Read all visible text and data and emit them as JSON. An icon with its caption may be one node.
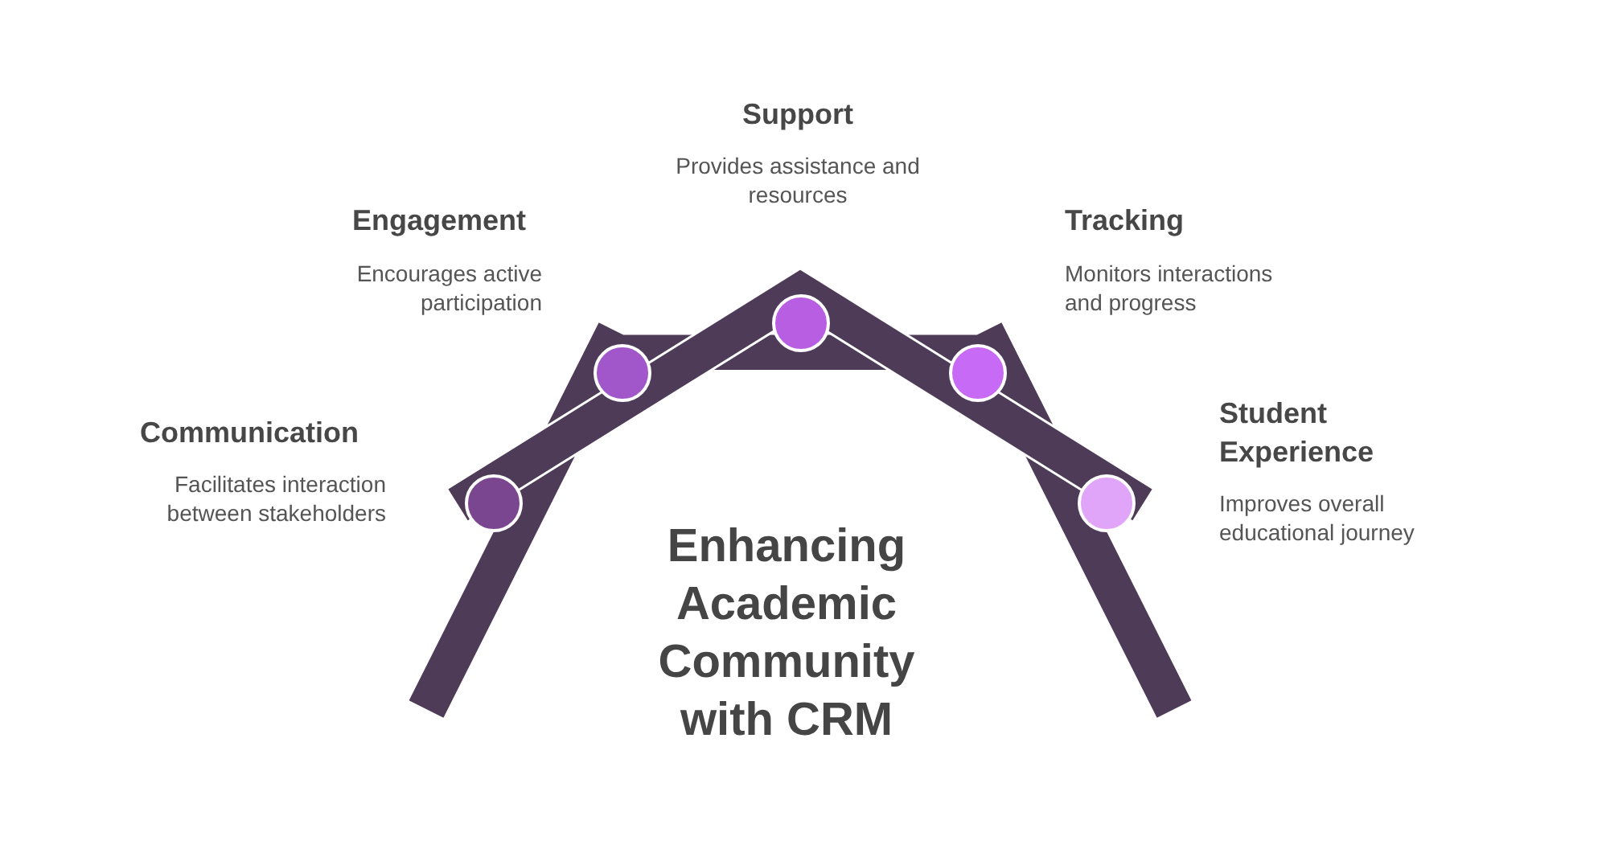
{
  "diagram": {
    "title": "Enhancing Academic Community with CRM",
    "labels": [
      "Communication",
      "Facilitates interaction between stakeholders",
      "Engagement",
      "Encourages active participation",
      "Support",
      "Provides assistance and resources",
      "Tracking",
      "Monitors interactions and progress",
      "Student Experience",
      "Improves overall educational journey"
    ]
  }
}
